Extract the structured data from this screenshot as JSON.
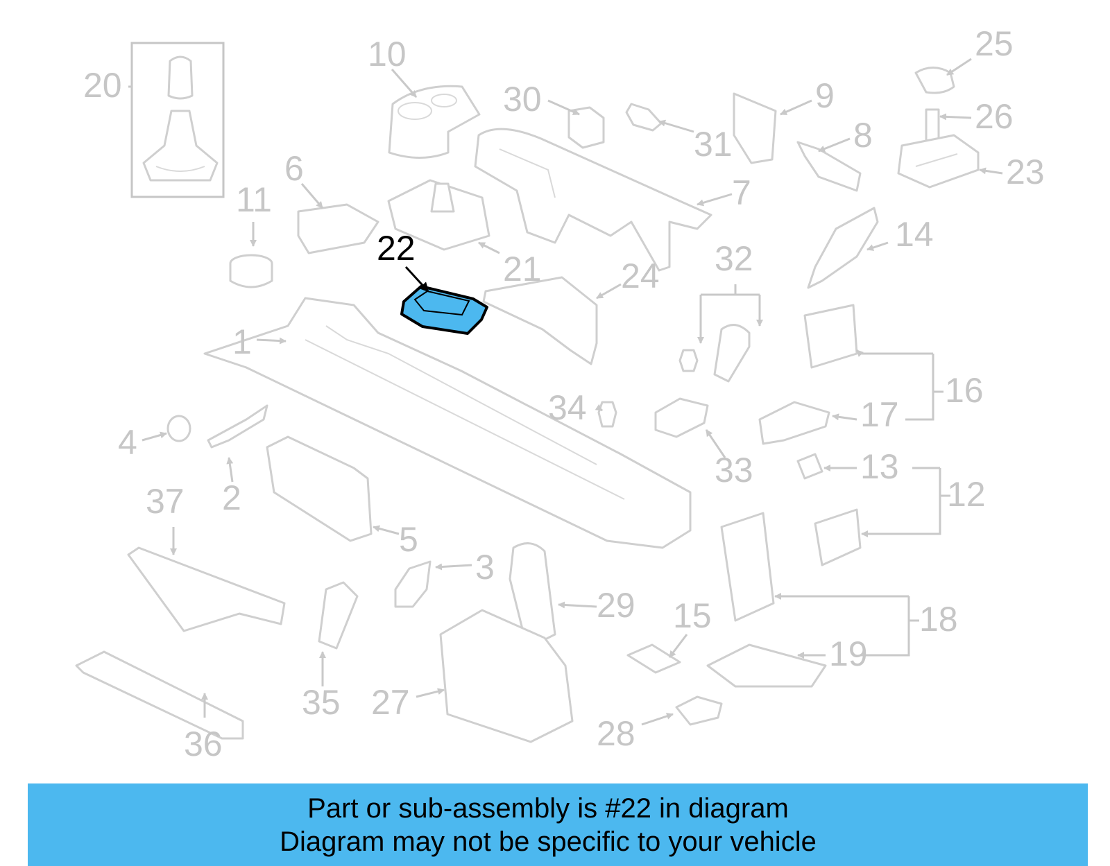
{
  "callouts": [
    "20",
    "10",
    "30",
    "31",
    "9",
    "25",
    "26",
    "8",
    "23",
    "7",
    "11",
    "6",
    "22",
    "21",
    "24",
    "32",
    "14",
    "1",
    "16",
    "34",
    "17",
    "4",
    "2",
    "33",
    "13",
    "12",
    "37",
    "5",
    "3",
    "29",
    "18",
    "15",
    "19",
    "35",
    "27",
    "36",
    "28"
  ],
  "highlighted_part": "22",
  "colors": {
    "highlight": "#4cb8ef",
    "outline": "#000000",
    "inactive": "#c6c6c6",
    "banner": "#4cb8ef"
  },
  "banner": {
    "line1": "Part or sub-assembly is #22 in diagram",
    "line2": "Diagram may not be specific to your vehicle"
  }
}
